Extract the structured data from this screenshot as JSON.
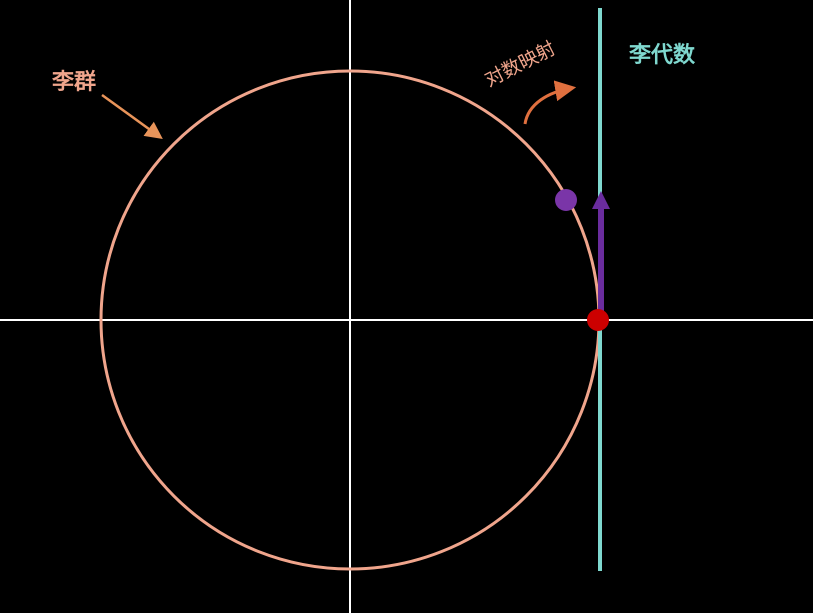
{
  "labels": {
    "lie_group": "李群",
    "lie_algebra": "李代数",
    "log_map": "对数映射"
  },
  "colors": {
    "background": "#000000",
    "axes": "#ffffff",
    "circle": "#f0a58c",
    "lie_group_label": "#f0a58c",
    "lie_group_arrow": "#e8945a",
    "lie_algebra_line": "#7fd8cf",
    "lie_algebra_label": "#7fd8cf",
    "log_map_label": "#f0a58c",
    "log_map_arrow": "#e0703f",
    "group_point": "#7a35a8",
    "identity_point": "#cc0000",
    "tangent_vector": "#6a2c9e"
  }
}
